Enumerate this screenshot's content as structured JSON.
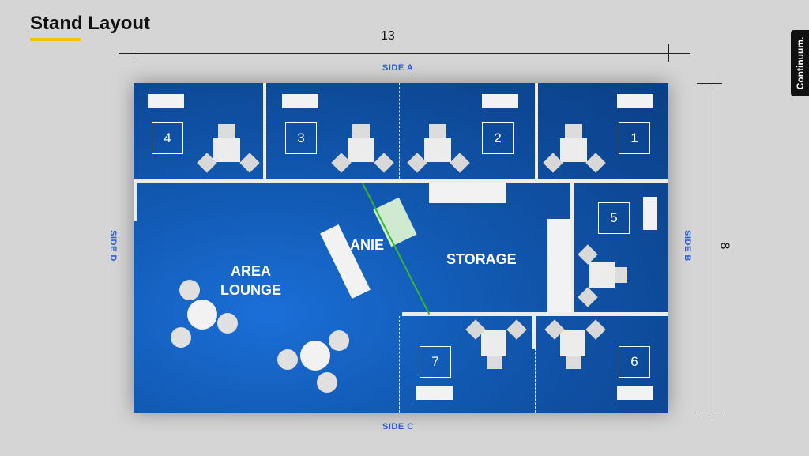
{
  "page": {
    "title": "Stand Layout",
    "brand": "Continuum."
  },
  "dimensions": {
    "width": "13",
    "depth": "8"
  },
  "sides": {
    "a": "SIDE A",
    "b": "SIDE B",
    "c": "SIDE C",
    "d": "SIDE D"
  },
  "booths": [
    {
      "number": "1"
    },
    {
      "number": "2"
    },
    {
      "number": "3"
    },
    {
      "number": "4"
    },
    {
      "number": "5"
    },
    {
      "number": "6"
    },
    {
      "number": "7"
    }
  ],
  "areas": {
    "lounge_line1": "AREA",
    "lounge_line2": "LOUNGE",
    "anie": "ANIE",
    "storage": "STORAGE"
  },
  "colors": {
    "floor": "#125bb5",
    "accent": "#f4c20d",
    "side_label": "#2c5fd6",
    "divider": "#37b72a"
  }
}
